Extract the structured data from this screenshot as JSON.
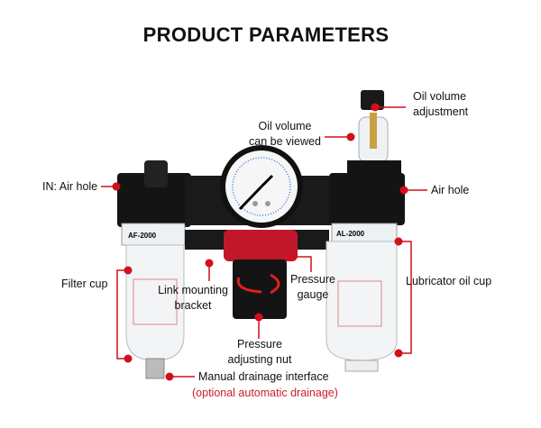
{
  "title": "PRODUCT PARAMETERS",
  "labels": {
    "oil_volume_adjustment": [
      "Oil volume",
      "adjustment"
    ],
    "oil_volume_viewed": [
      "Oil volume",
      "can be viewed"
    ],
    "in_air_hole": "IN: Air hole",
    "air_hole": "Air hole",
    "filter_cup": "Filter cup",
    "link_bracket": [
      "Link mounting",
      "bracket"
    ],
    "pressure_gauge": [
      "Pressure",
      "gauge"
    ],
    "lubricator_cup": "Lubricator oil cup",
    "pressure_nut": [
      "Pressure",
      "adjusting nut"
    ],
    "drainage": "Manual drainage interface",
    "drainage_note": "(optional automatic drainage)"
  },
  "product_labels": {
    "filter": "AF-2000",
    "lubricator": "AL-2000"
  },
  "colors": {
    "callout": "#d0101c",
    "body": "#111111",
    "regulator": "#c0182a"
  }
}
